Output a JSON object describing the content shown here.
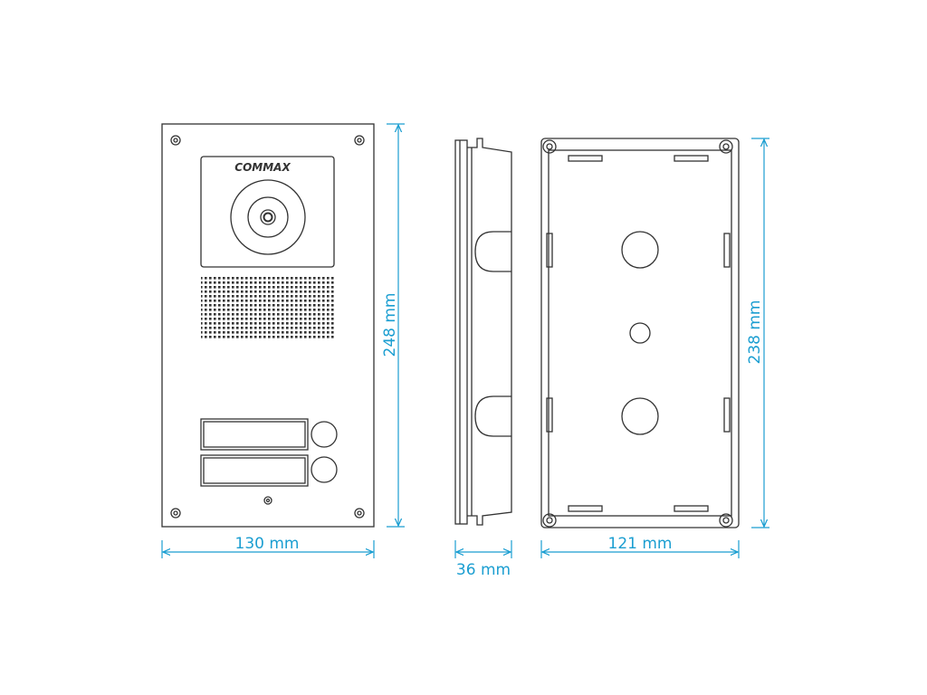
{
  "brand": "COMMAX",
  "dimensions": {
    "panel_width": "130 mm",
    "panel_height": "248 mm",
    "side_depth": "36 mm",
    "box_width": "121 mm",
    "box_height": "238 mm"
  },
  "colors": {
    "line": "#333333",
    "dimension": "#1b9ed1",
    "background": "#ffffff"
  }
}
